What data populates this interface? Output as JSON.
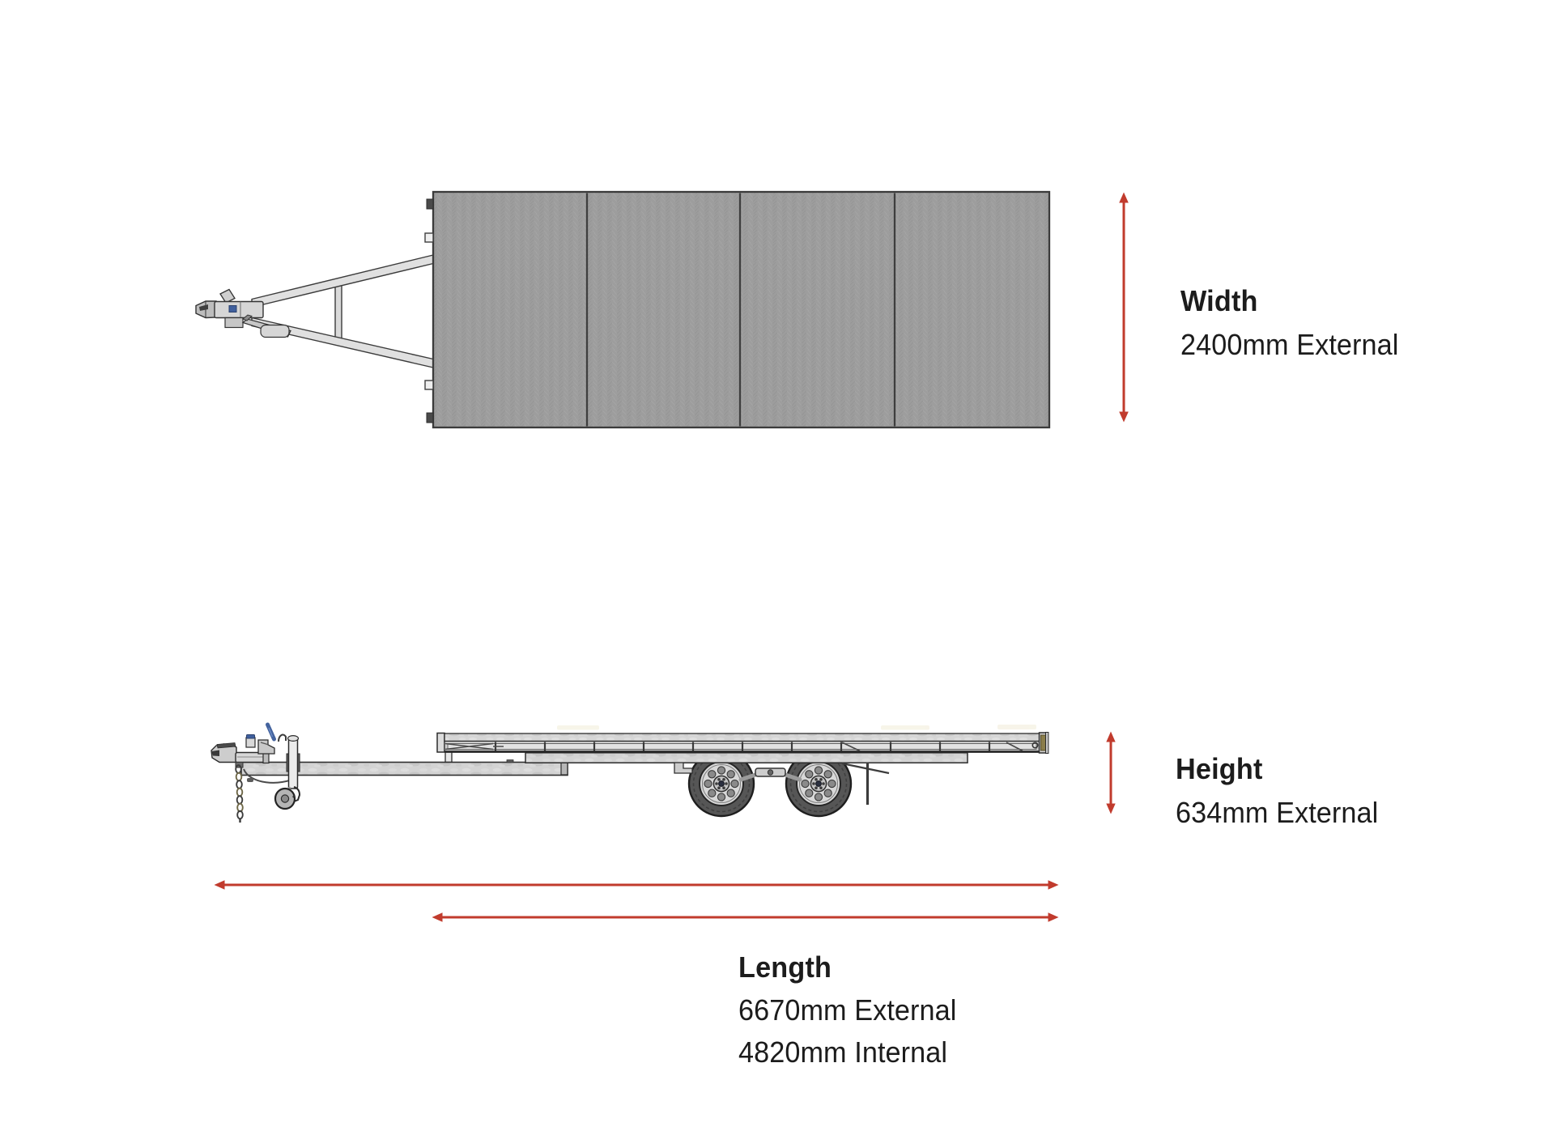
{
  "colors": {
    "accent_red": "#c13b2d",
    "text": "#1c1c1c",
    "deck_gray": "#9d9d9d",
    "metal_light": "#d3d3d3",
    "tire_dark": "#565656",
    "handle_blue": "#44639e",
    "tail_olive": "#8b7d4a"
  },
  "diagram": {
    "subject": "Flatbed trailer dimension diagram",
    "views": {
      "top": "Top view of flatbed trailer with A-frame drawbar and four deck panels",
      "side": "Side view of flatbed trailer with tandem axle wheels, jockey wheel and hitch coupling"
    }
  },
  "dimensions": {
    "width": {
      "label": "Width",
      "external": "2400mm External"
    },
    "height": {
      "label": "Height",
      "external": "634mm External"
    },
    "length": {
      "label": "Length",
      "external": "6670mm External",
      "internal": "4820mm Internal"
    }
  }
}
